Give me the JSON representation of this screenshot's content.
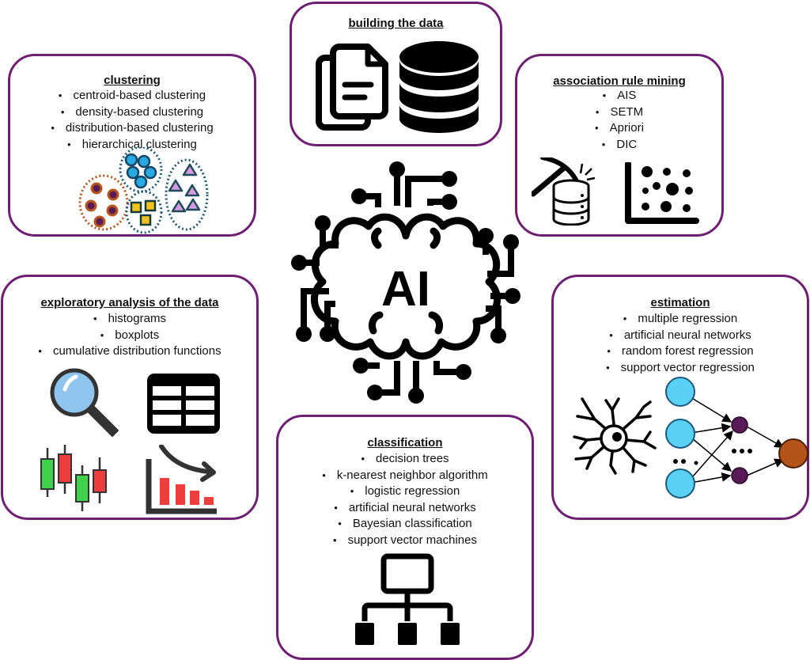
{
  "center": {
    "label": "AI",
    "icon": "ai-brain-circuit-icon"
  },
  "colors": {
    "box_border": "#6e1f72",
    "cluster_blue": "#2aa8e0",
    "cluster_purple": "#5a1a55",
    "cluster_orange": "#b5561f",
    "cluster_yellow": "#f2c21a",
    "cluster_lavender": "#d49be0",
    "magnifier_blue": "#8fc4ee",
    "candle_green": "#3fd24a",
    "candle_red": "#ef3d3d",
    "neuron_blue": "#5bd0f5",
    "hidden_purple": "#5a1a55",
    "output_brown": "#b5541a"
  },
  "boxes": {
    "building": {
      "title": "building the data",
      "icons": [
        "documents-icon",
        "database-icon"
      ]
    },
    "clustering": {
      "title": "clustering",
      "items": [
        "centroid-based clustering",
        "density-based clustering",
        "distribution-based clustering",
        "hierarchical clustering"
      ],
      "icons": [
        "clusters-icon"
      ]
    },
    "association": {
      "title": "association rule mining",
      "items": [
        "AIS",
        "SETM",
        "Apriori",
        "DIC"
      ],
      "icons": [
        "data-mining-pickaxe-icon",
        "scatter-plot-icon"
      ]
    },
    "exploratory": {
      "title": "exploratory analysis of the data",
      "items": [
        "histograms",
        "boxplots",
        "cumulative distribution functions"
      ],
      "icons": [
        "magnifier-icon",
        "table-icon",
        "candlestick-chart-icon",
        "decreasing-bar-chart-icon"
      ]
    },
    "estimation": {
      "title": "estimation",
      "items": [
        "multiple regression",
        "artificial neural networks",
        "random forest regression",
        "support vector regression"
      ],
      "icons": [
        "neuron-icon",
        "neural-network-icon"
      ]
    },
    "classification": {
      "title": "classification",
      "items": [
        "decision trees",
        "k-nearest neighbor algorithm",
        "logistic regression",
        "artificial neural networks",
        "Bayesian classification",
        "support vector machines"
      ],
      "icons": [
        "decision-tree-icon"
      ]
    }
  }
}
